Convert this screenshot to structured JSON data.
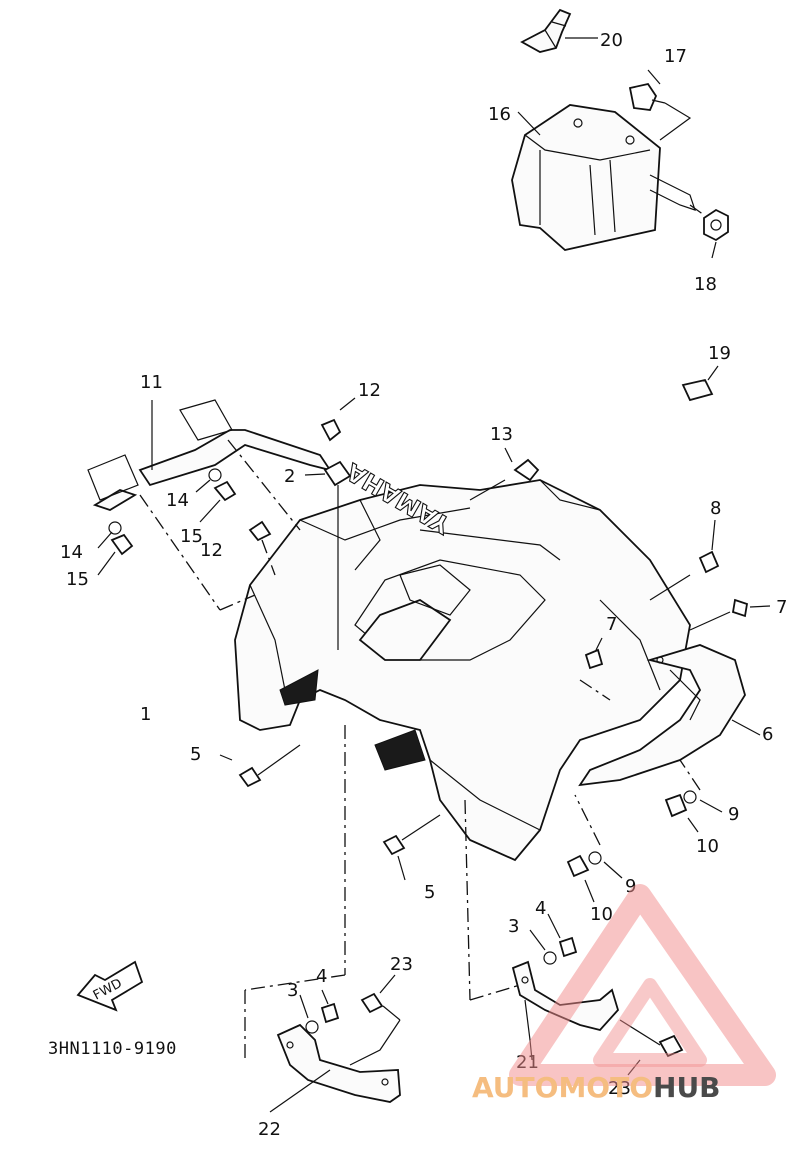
{
  "diagram": {
    "part_code": "3HN1110-9190",
    "fwd_label": "FWD",
    "fender_emblem": "YAMAHA",
    "callouts": [
      "20",
      "17",
      "16",
      "18",
      "19",
      "11",
      "12",
      "13",
      "2",
      "14",
      "15",
      "12",
      "14",
      "15",
      "8",
      "7",
      "7",
      "1",
      "6",
      "5",
      "9",
      "10",
      "5",
      "9",
      "10",
      "3",
      "4",
      "23",
      "3",
      "4",
      "21",
      "23",
      "22"
    ]
  },
  "watermark": {
    "brand_part1": "AUTOMOTO",
    "brand_part2": "HUB",
    "colors": {
      "accent": "#f4b26a",
      "dark": "#2b2b2b",
      "triangle": "#f08a8a"
    }
  }
}
